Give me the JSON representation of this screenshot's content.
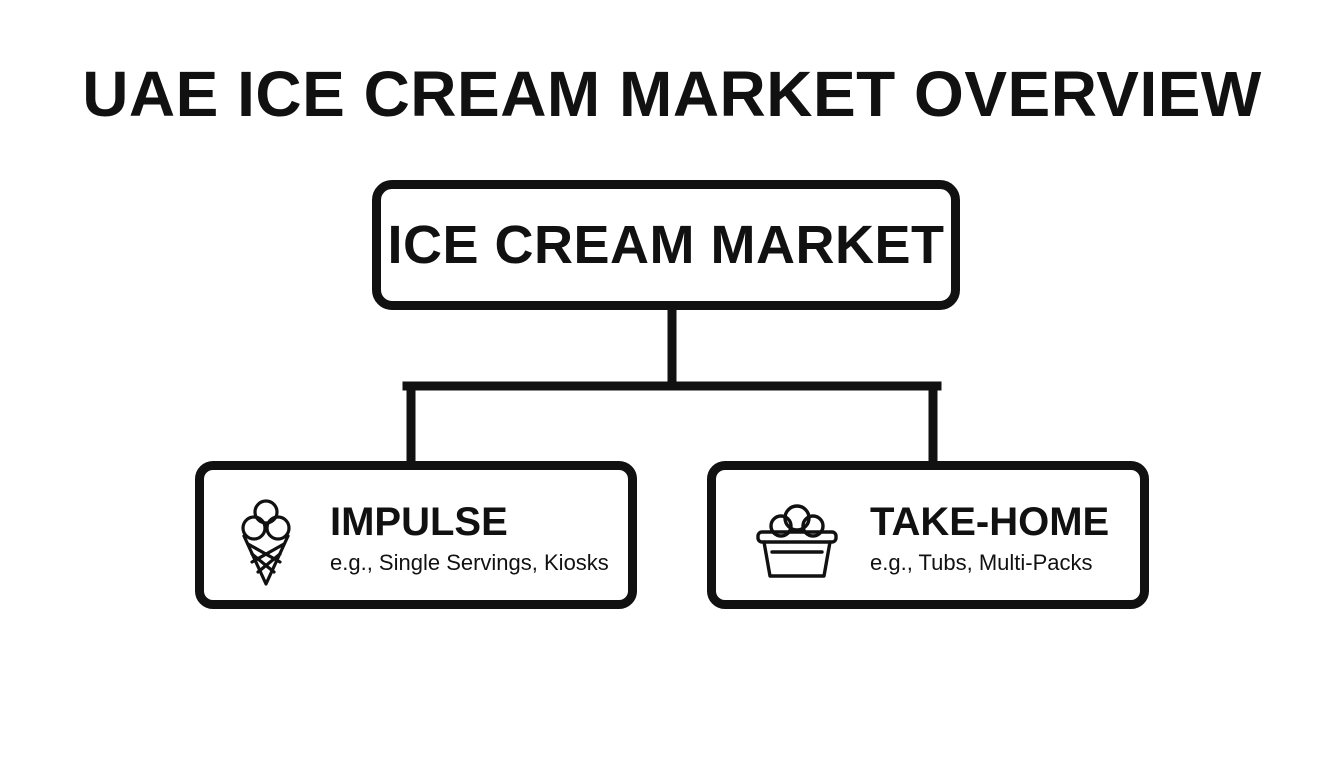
{
  "title": "UAE ICE CREAM MARKET OVERVIEW",
  "root": {
    "label": "ICE CREAM MARKET"
  },
  "children": [
    {
      "title": "IMPULSE",
      "subtitle": "e.g., Single Servings, Kiosks",
      "icon": "ice-cream-cone-icon"
    },
    {
      "title": "TAKE-HOME",
      "subtitle": "e.g., Tubs, Multi-Packs",
      "icon": "ice-cream-tub-icon"
    }
  ],
  "colors": {
    "stroke": "#111111",
    "background": "#ffffff"
  }
}
